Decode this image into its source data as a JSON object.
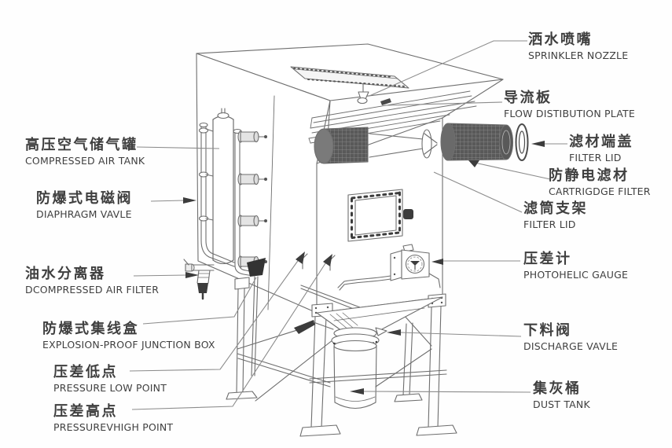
{
  "colors": {
    "text": "#3f3f3f",
    "drawing_line": "#6e6e6e",
    "leader_line": "#8c8c8c",
    "arrow_fill": "#3c3c3c",
    "cartridge_fill": "#595959",
    "background": "#fefefe"
  },
  "labels": {
    "left": [
      {
        "id": "compressed-air-tank",
        "cn": "高压空气储气罐",
        "en": "COMPRESSED AIR TANK"
      },
      {
        "id": "diaphragm-valve",
        "cn": "防爆式电磁阀",
        "en": "DIAPHRAGM VAVLE"
      },
      {
        "id": "decompressed-filter",
        "cn": "油水分离器",
        "en": "DCOMPRESSED AIR FILTER"
      },
      {
        "id": "junction-box",
        "cn": "防爆式集线盒",
        "en": "EXPLOSION-PROOF JUNCTION BOX"
      },
      {
        "id": "pressure-low-point",
        "cn": "压差低点",
        "en": "PRESSURE LOW POINT"
      },
      {
        "id": "pressure-high-point",
        "cn": "压差高点",
        "en": "PRESSUREVHIGH POINT"
      }
    ],
    "right": [
      {
        "id": "sprinkler-nozzle",
        "cn": "洒水喷嘴",
        "en": "SPRINKLER NOZZLE"
      },
      {
        "id": "flow-plate",
        "cn": "导流板",
        "en": "FLOW DISTIBUTION PLATE"
      },
      {
        "id": "filter-lid",
        "cn": "滤材端盖",
        "en": "FILTER LID"
      },
      {
        "id": "cartridge-filter",
        "cn": "防静电滤材",
        "en": "CARTRIGDGE FILTER"
      },
      {
        "id": "filter-support",
        "cn": "滤筒支架",
        "en": "FILTER  LID"
      },
      {
        "id": "photohelic-gauge",
        "cn": "压差计",
        "en": "PHOTOHELIC GAUGE"
      },
      {
        "id": "discharge-valve",
        "cn": "下料阀",
        "en": "DISCHARGE VAVLE"
      },
      {
        "id": "dust-tank",
        "cn": "集灰桶",
        "en": "DUST TANK"
      }
    ]
  }
}
